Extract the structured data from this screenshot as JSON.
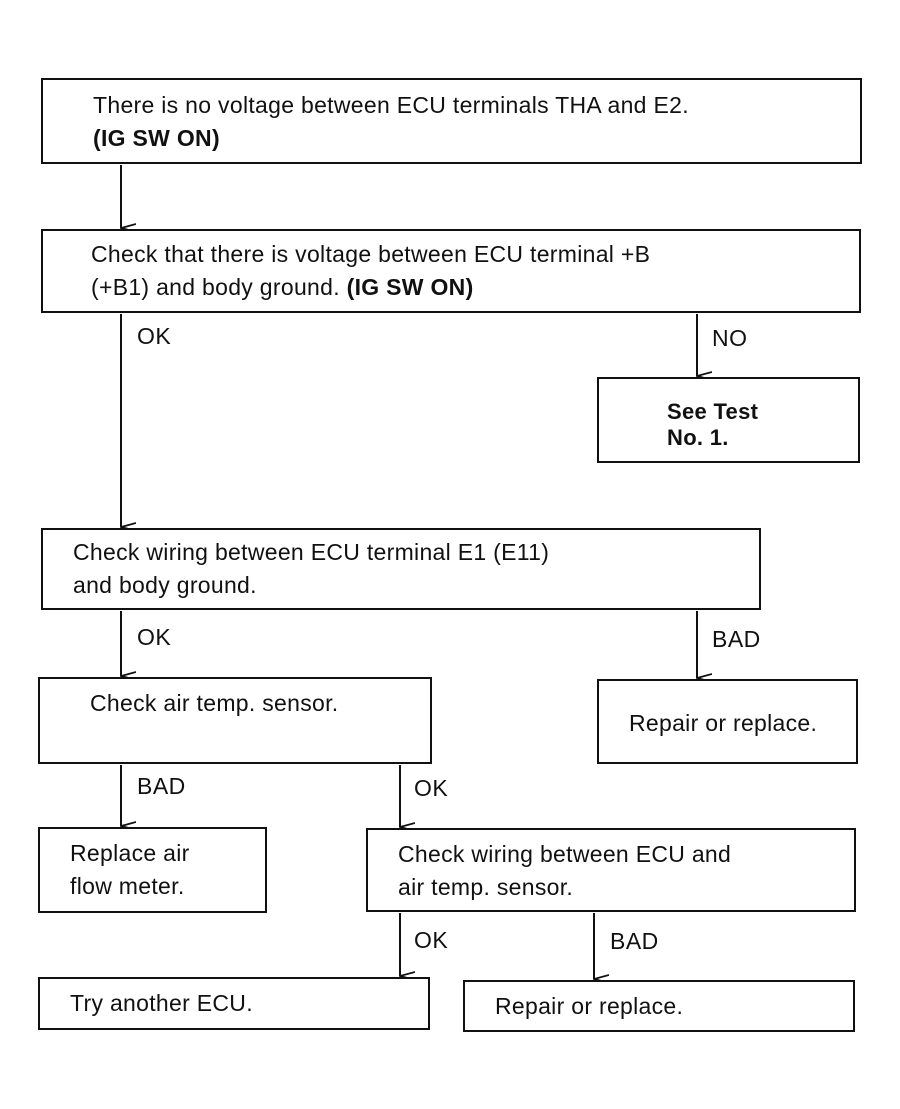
{
  "colors": {
    "ink": "#111111",
    "background": "#ffffff"
  },
  "boxes": {
    "start": {
      "line1": "There is no voltage between ECU terminals THA and E2.",
      "line2": "(IG SW ON)"
    },
    "check_voltage": {
      "line1": "Check that there is voltage between ECU terminal +B",
      "line2_a": "(+B1) and body ground. ",
      "line2_b": "(IG SW ON)"
    },
    "see_test": {
      "line1": "See Test",
      "line2": "No. 1."
    },
    "check_wiring_ground": {
      "line1": "Check wiring between ECU terminal E1 (E11)",
      "line2": "and body ground."
    },
    "check_sensor": {
      "line1": "Check air temp. sensor."
    },
    "repair_1": {
      "line1": "Repair or replace."
    },
    "replace_meter": {
      "line1": "Replace air",
      "line2": "flow meter."
    },
    "check_wiring_sensor": {
      "line1": "Check wiring between ECU and",
      "line2": "air temp. sensor."
    },
    "try_ecu": {
      "line1": "Try another ECU."
    },
    "repair_2": {
      "line1": "Repair or replace."
    }
  },
  "labels": {
    "voltage_ok": "OK",
    "voltage_no": "NO",
    "ground_ok": "OK",
    "ground_bad": "BAD",
    "sensor_bad": "BAD",
    "sensor_ok": "OK",
    "wiring_ok": "OK",
    "wiring_bad": "BAD"
  }
}
